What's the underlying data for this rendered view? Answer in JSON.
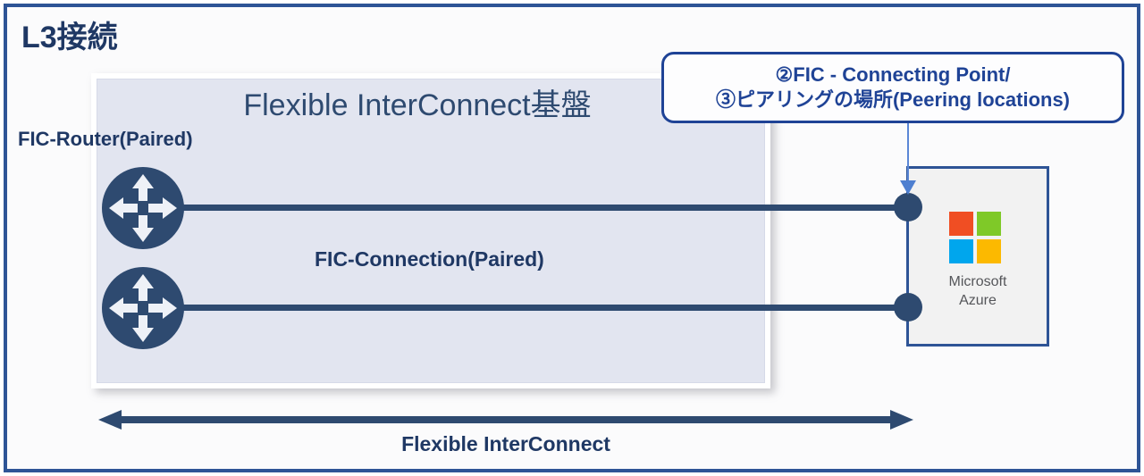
{
  "page": {
    "title": "L3接続",
    "frame_color": "#2E5496",
    "background": "#FBFBFC"
  },
  "fic_panel": {
    "title": "Flexible InterConnect基盤",
    "fill_color": "#E2E5F0",
    "router_label": "FIC-Router(Paired)",
    "connection_label": "FIC-Connection(Paired)",
    "routers": [
      {
        "name": "router-top",
        "icon": "router-icon"
      },
      {
        "name": "router-bottom",
        "icon": "router-icon"
      }
    ]
  },
  "callout": {
    "line1": "②FIC - Connecting Point/",
    "line2": "③ピアリングの場所(Peering locations)",
    "border_color": "#1F4396",
    "text_color": "#1F4396"
  },
  "azure": {
    "name_line1": "Microsoft",
    "name_line2": "Azure",
    "border_color": "#2E5496",
    "logo_colors": {
      "top_left": "#F04E23",
      "top_right": "#7FC928",
      "bottom_left": "#00A6ED",
      "bottom_right": "#FCB900"
    }
  },
  "span": {
    "label": "Flexible InterConnect",
    "arrow_color": "#2E4A70"
  },
  "icons": {
    "router": "router-icon",
    "arrow_left_right": "double-arrow-icon",
    "callout_pointer": "arrow-down-icon"
  }
}
